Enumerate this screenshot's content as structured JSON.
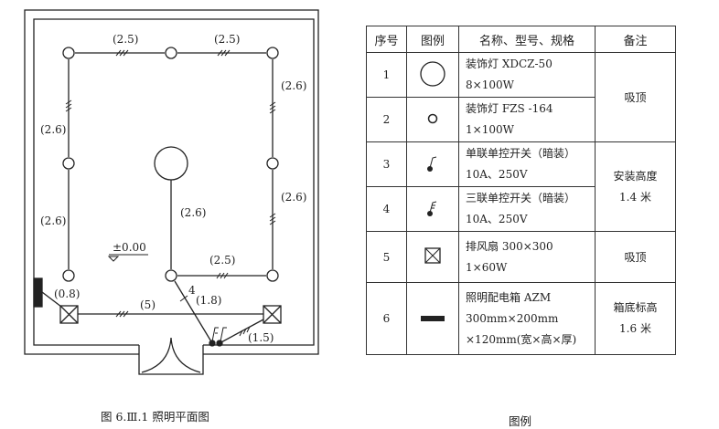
{
  "plan": {
    "labels": {
      "top_left": "(2.5)",
      "top_right": "(2.5)",
      "right_upper": "(2.6)",
      "right_lower": "(2.6)",
      "left_upper": "(2.6)",
      "left_lower": "(2.6)",
      "center": "(2.6)",
      "bottom_mid": "(2.5)",
      "elevation": "±0.00",
      "panel": "(0.8)",
      "fan_line": "(5)",
      "switch_count": "4",
      "switch_line": "(1.8)",
      "fan_right": "(1.5)"
    },
    "caption": "图 6.Ⅲ.1  照明平面图"
  },
  "legend": {
    "headers": [
      "序号",
      "图例",
      "名称、型号、规格",
      "备注"
    ],
    "rows": [
      {
        "no": "1",
        "icon": "large-lamp-icon",
        "name": "装饰灯 XDCZ-50",
        "spec": "8×100W"
      },
      {
        "no": "2",
        "icon": "small-lamp-icon",
        "name": "装饰灯 FZS -164",
        "spec": "1×100W"
      },
      {
        "no": "3",
        "icon": "single-switch-icon",
        "name": "单联单控开关（暗装）",
        "spec": "10A、250V"
      },
      {
        "no": "4",
        "icon": "triple-switch-icon",
        "name": "三联单控开关（暗装）",
        "spec": "10A、250V"
      },
      {
        "no": "5",
        "icon": "exhaust-fan-icon",
        "name": "排风扇 300×300",
        "spec": "1×60W"
      },
      {
        "no": "6",
        "icon": "distribution-box-icon",
        "name": "照明配电箱 AZM",
        "spec": "300mm×200mm",
        "spec2": "×120mm(宽×高×厚)"
      }
    ],
    "notes": {
      "rows_1_2": "吸顶",
      "rows_3_4_a": "安装高度",
      "rows_3_4_b": "1.4 米",
      "row_5": "吸顶",
      "row_6_a": "箱底标高",
      "row_6_b": "1.6 米"
    },
    "caption": "图例"
  }
}
